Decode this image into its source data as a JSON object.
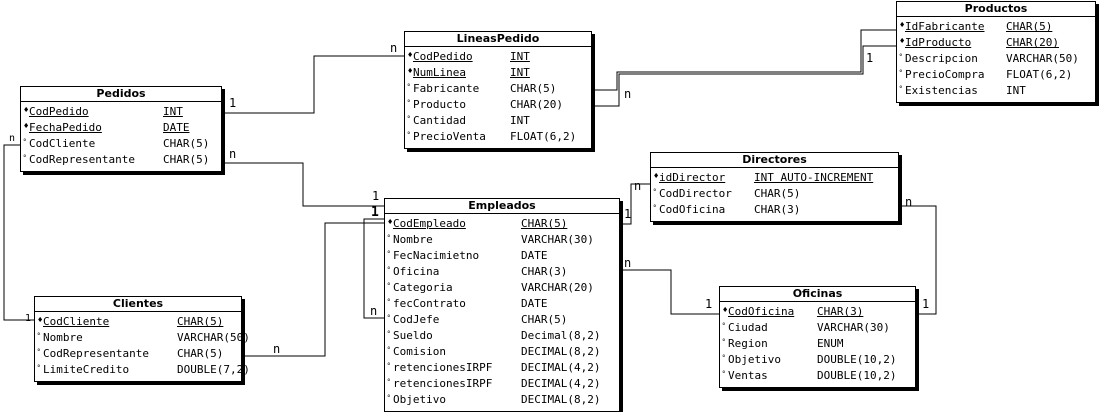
{
  "entities": {
    "pedidos": {
      "title": "Pedidos",
      "attrs": [
        {
          "name": "CodPedido",
          "type": "INT",
          "mark": "♦",
          "pk": true
        },
        {
          "name": "FechaPedido",
          "type": "DATE",
          "mark": "♦",
          "pk": true
        },
        {
          "name": "CodCliente",
          "type": "CHAR(5)",
          "mark": "°",
          "pk": false
        },
        {
          "name": "CodRepresentante",
          "type": "CHAR(5)",
          "mark": "°",
          "pk": false
        }
      ]
    },
    "lineaspedido": {
      "title": "LineasPedido",
      "attrs": [
        {
          "name": "CodPedido",
          "type": "INT",
          "mark": "♦",
          "pk": true
        },
        {
          "name": "NumLinea",
          "type": "INT",
          "mark": "♦",
          "pk": true
        },
        {
          "name": "Fabricante",
          "type": "CHAR(5)",
          "mark": "°",
          "pk": false
        },
        {
          "name": "Producto",
          "type": "CHAR(20)",
          "mark": "°",
          "pk": false
        },
        {
          "name": "Cantidad",
          "type": "INT",
          "mark": "°",
          "pk": false
        },
        {
          "name": "PrecioVenta",
          "type": "FLOAT(6,2)",
          "mark": "°",
          "pk": false
        }
      ]
    },
    "productos": {
      "title": "Productos",
      "attrs": [
        {
          "name": "IdFabricante",
          "type": "CHAR(5)",
          "mark": "♦",
          "pk": true
        },
        {
          "name": "IdProducto",
          "type": "CHAR(20)",
          "mark": "♦",
          "pk": true
        },
        {
          "name": "Descripcion",
          "type": "VARCHAR(50)",
          "mark": "°",
          "pk": false
        },
        {
          "name": "PrecioCompra",
          "type": "FLOAT(6,2)",
          "mark": "°",
          "pk": false
        },
        {
          "name": "Existencias",
          "type": "INT",
          "mark": "°",
          "pk": false
        }
      ]
    },
    "directores": {
      "title": "Directores",
      "attrs": [
        {
          "name": "idDirector",
          "type": "INT AUTO-INCREMENT",
          "mark": "♦",
          "pk": true
        },
        {
          "name": "CodDirector",
          "type": "CHAR(5)",
          "mark": "°",
          "pk": false
        },
        {
          "name": "CodOficina",
          "type": "CHAR(3)",
          "mark": "°",
          "pk": false
        }
      ]
    },
    "empleados": {
      "title": "Empleados",
      "attrs": [
        {
          "name": "CodEmpleado",
          "type": "CHAR(5)",
          "mark": "♦",
          "pk": true
        },
        {
          "name": "Nombre",
          "type": "VARCHAR(30)",
          "mark": "°",
          "pk": false
        },
        {
          "name": "FecNacimietno",
          "type": "DATE",
          "mark": "°",
          "pk": false
        },
        {
          "name": "Oficina",
          "type": "CHAR(3)",
          "mark": "°",
          "pk": false
        },
        {
          "name": "Categoria",
          "type": "VARCHAR(20)",
          "mark": "°",
          "pk": false
        },
        {
          "name": "fecContrato",
          "type": "DATE",
          "mark": "°",
          "pk": false
        },
        {
          "name": "CodJefe",
          "type": "CHAR(5)",
          "mark": "°",
          "pk": false
        },
        {
          "name": "Sueldo",
          "type": "Decimal(8,2)",
          "mark": "°",
          "pk": false
        },
        {
          "name": "Comision",
          "type": "DECIMAL(8,2)",
          "mark": "°",
          "pk": false
        },
        {
          "name": "retencionesIRPF",
          "type": "DECIMAL(4,2)",
          "mark": "°",
          "pk": false
        },
        {
          "name": "retencionesIRPF",
          "type": "DECIMAL(4,2)",
          "mark": "°",
          "pk": false
        },
        {
          "name": "Objetivo",
          "type": "DECIMAL(8,2)",
          "mark": "°",
          "pk": false
        }
      ]
    },
    "clientes": {
      "title": "Clientes",
      "attrs": [
        {
          "name": "CodCliente",
          "type": "CHAR(5)",
          "mark": "♦",
          "pk": true
        },
        {
          "name": "Nombre",
          "type": "VARCHAR(50)",
          "mark": "°",
          "pk": false
        },
        {
          "name": "CodRepresentante",
          "type": "CHAR(5)",
          "mark": "°",
          "pk": false
        },
        {
          "name": "LimiteCredito",
          "type": "DOUBLE(7,2)",
          "mark": "°",
          "pk": false
        }
      ]
    },
    "oficinas": {
      "title": "Oficinas",
      "attrs": [
        {
          "name": "CodOficina",
          "type": "CHAR(3)",
          "mark": "♦",
          "pk": true
        },
        {
          "name": "Ciudad",
          "type": "VARCHAR(30)",
          "mark": "°",
          "pk": false
        },
        {
          "name": "Region",
          "type": "ENUM",
          "mark": "°",
          "pk": false
        },
        {
          "name": "Objetivo",
          "type": "DOUBLE(10,2)",
          "mark": "°",
          "pk": false
        },
        {
          "name": "Ventas",
          "type": "DOUBLE(10,2)",
          "mark": "°",
          "pk": false
        }
      ]
    }
  },
  "cardinalities": {
    "lp_pedidos": "n",
    "ped_lp": "1",
    "lp_productos": "n",
    "prod_lp": "1",
    "ped_clientes": "n",
    "cli_pedidos": "1",
    "ped_empleados": "n",
    "emp_pedidos": "1",
    "emp_clientes_1": "1",
    "cli_empleados": "n",
    "emp_self": "n",
    "emp_directores": "1",
    "dir_empleados": "n",
    "emp_oficinas": "n",
    "ofi_empleados": "1",
    "dir_oficinas": "n",
    "ofi_directores": "1"
  }
}
